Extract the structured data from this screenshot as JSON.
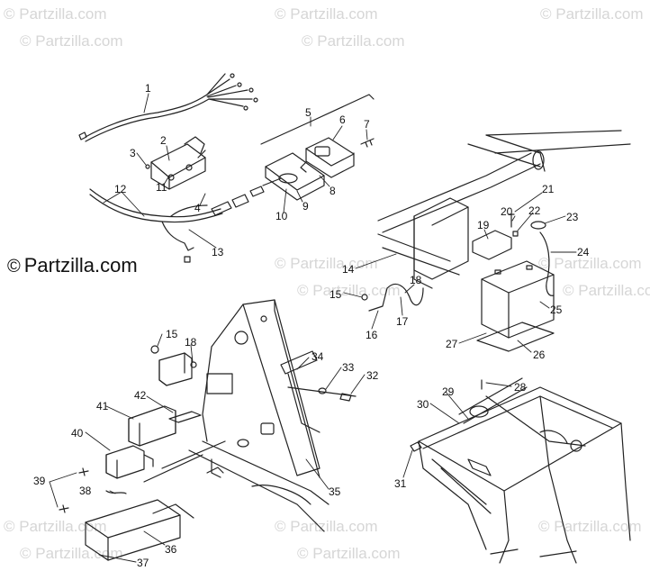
{
  "watermark": {
    "text": "© Partzilla.com",
    "main_text": "Partzilla.com",
    "copyright_symbol": "©"
  },
  "callouts": [
    "1",
    "2",
    "3",
    "4",
    "5",
    "6",
    "7",
    "8",
    "9",
    "10",
    "11",
    "12",
    "13",
    "14",
    "15",
    "15",
    "16",
    "17",
    "18",
    "18",
    "19",
    "20",
    "21",
    "22",
    "23",
    "24",
    "25",
    "26",
    "27",
    "28",
    "29",
    "30",
    "31",
    "32",
    "33",
    "34",
    "35",
    "36",
    "37",
    "38",
    "39",
    "40",
    "41",
    "42"
  ]
}
